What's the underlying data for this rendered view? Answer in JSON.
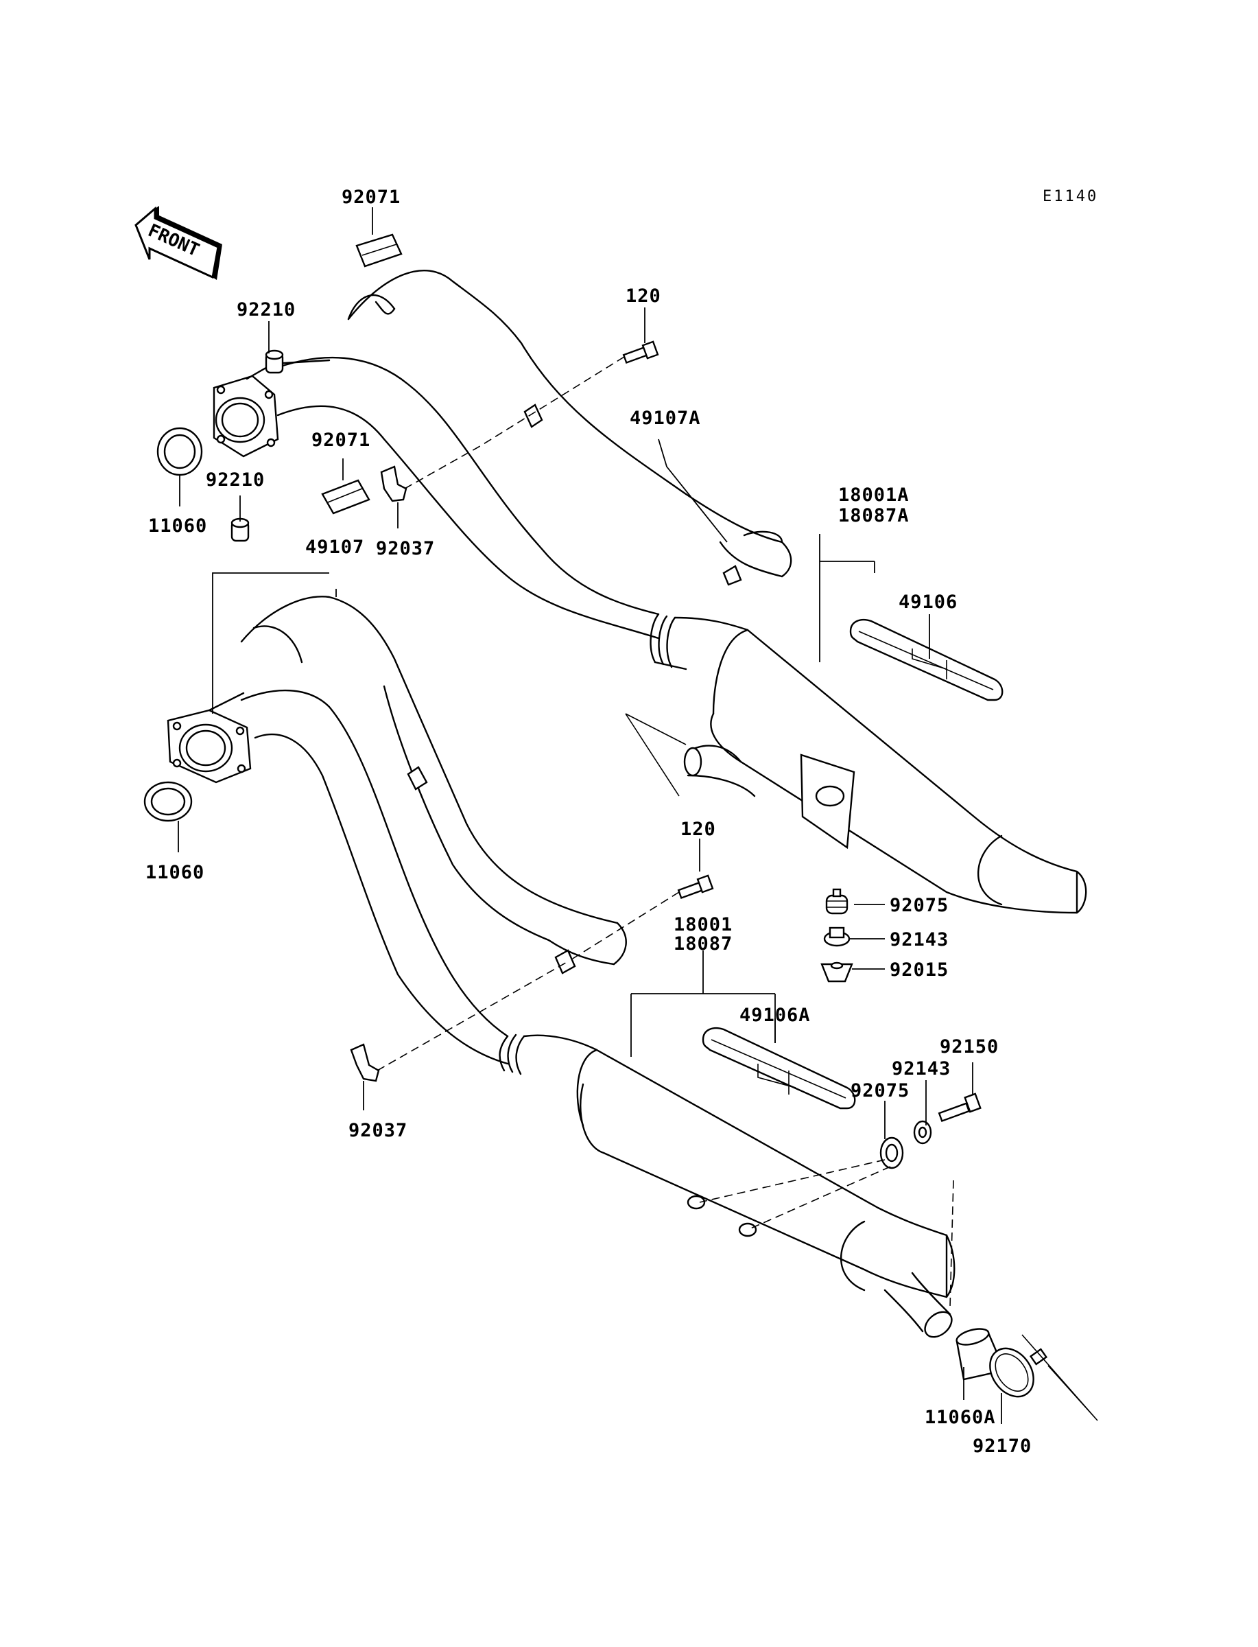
{
  "diagram": {
    "code": "E1140",
    "front_label": "FRONT",
    "labels": {
      "p92071_top": "92071",
      "p92210_top": "92210",
      "p120_top": "120",
      "p49107A": "49107A",
      "p11060_top": "11060",
      "p92071_mid": "92071",
      "p92210_mid": "92210",
      "p92037_top": "92037",
      "p49107": "49107",
      "p18001A": "18001A",
      "p18087A": "18087A",
      "p49106": "49106",
      "p11060_bot": "11060",
      "p120_bot": "120",
      "p92075_top": "92075",
      "p92143_top": "92143",
      "p92015": "92015",
      "p18001": "18001",
      "p18087": "18087",
      "p49106A": "49106A",
      "p92150": "92150",
      "p92143_bot": "92143",
      "p92075_bot": "92075",
      "p92037_bot": "92037",
      "p11060A": "11060A",
      "p92170": "92170"
    }
  }
}
